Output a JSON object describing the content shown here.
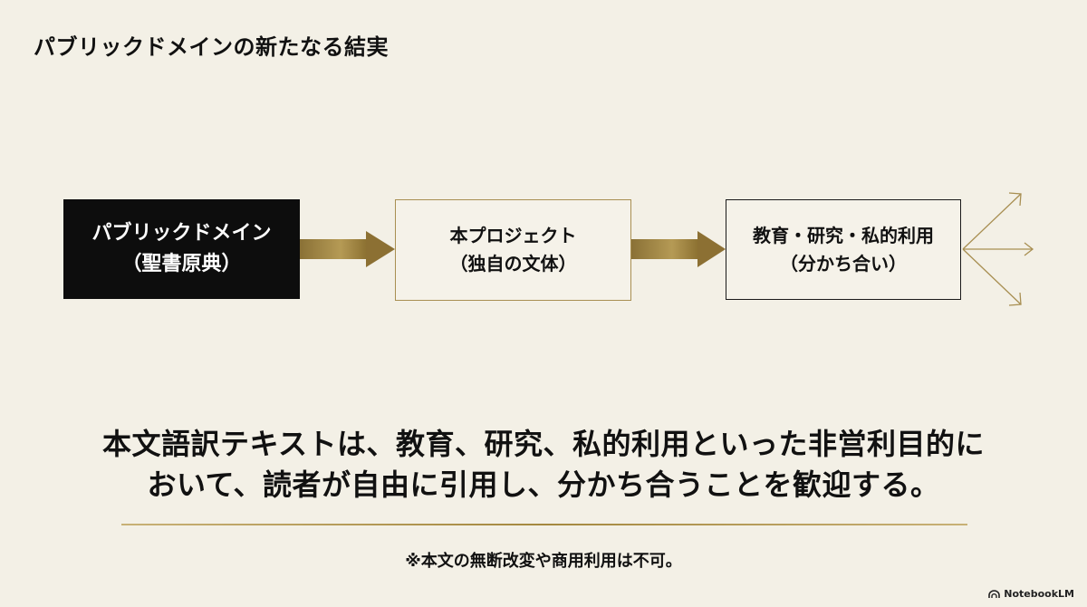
{
  "title": "パブリックドメインの新たなる結実",
  "flow": {
    "box1": {
      "line1": "パブリックドメイン",
      "line2": "（聖書原典）"
    },
    "box2": {
      "line1": "本プロジェクト",
      "line2": "（独自の文体）"
    },
    "box3": {
      "line1": "教育・研究・私的利用",
      "line2": "（分かち合い）"
    }
  },
  "statement": {
    "line1": "本文語訳テキストは、教育、研究、私的利用といった非営利目的に",
    "line2": "おいて、読者が自由に引用し、分かち合うことを歓迎する。"
  },
  "note": "※本文の無断改変や商用利用は不可。",
  "watermark": {
    "label": "NotebookLM",
    "icon": "notebooklm-logo-icon"
  },
  "colors": {
    "background": "#f3f0e6",
    "gold": "#a4883f",
    "black": "#0d0d0d"
  }
}
